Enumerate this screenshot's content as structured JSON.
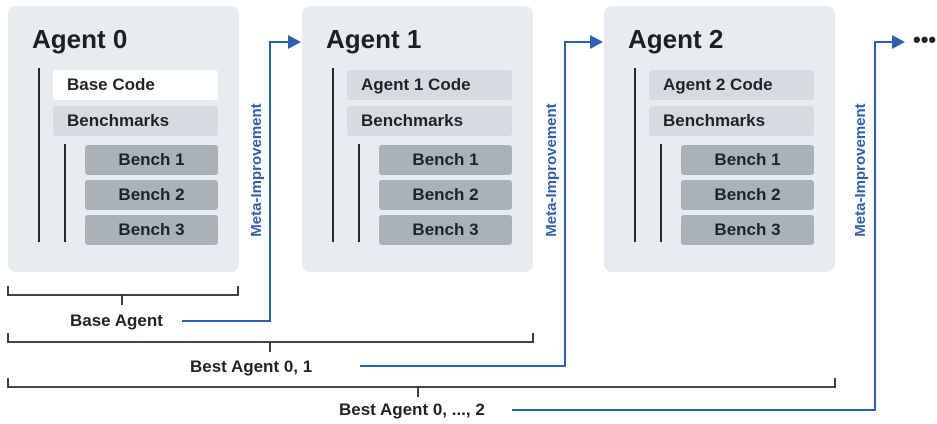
{
  "agents": [
    {
      "title": "Agent 0",
      "code": "Base Code",
      "benchmarks": "Benchmarks",
      "benches": [
        "Bench 1",
        "Bench 2",
        "Bench 3"
      ]
    },
    {
      "title": "Agent 1",
      "code": "Agent 1 Code",
      "benchmarks": "Benchmarks",
      "benches": [
        "Bench 1",
        "Bench 2",
        "Bench 3"
      ]
    },
    {
      "title": "Agent 2",
      "code": "Agent 2 Code",
      "benchmarks": "Benchmarks",
      "benches": [
        "Bench 1",
        "Bench 2",
        "Bench 3"
      ]
    }
  ],
  "meta_label": "Meta-Improvement",
  "brackets": [
    "Base Agent",
    "Best Agent 0, 1",
    "Best Agent 0, ..., 2"
  ],
  "ellipsis": "•••",
  "colors": {
    "arrow": "#2f5fb0",
    "card": "#e8ecf0",
    "bench": "#a9b1b9",
    "code": "#d6dbe1"
  }
}
